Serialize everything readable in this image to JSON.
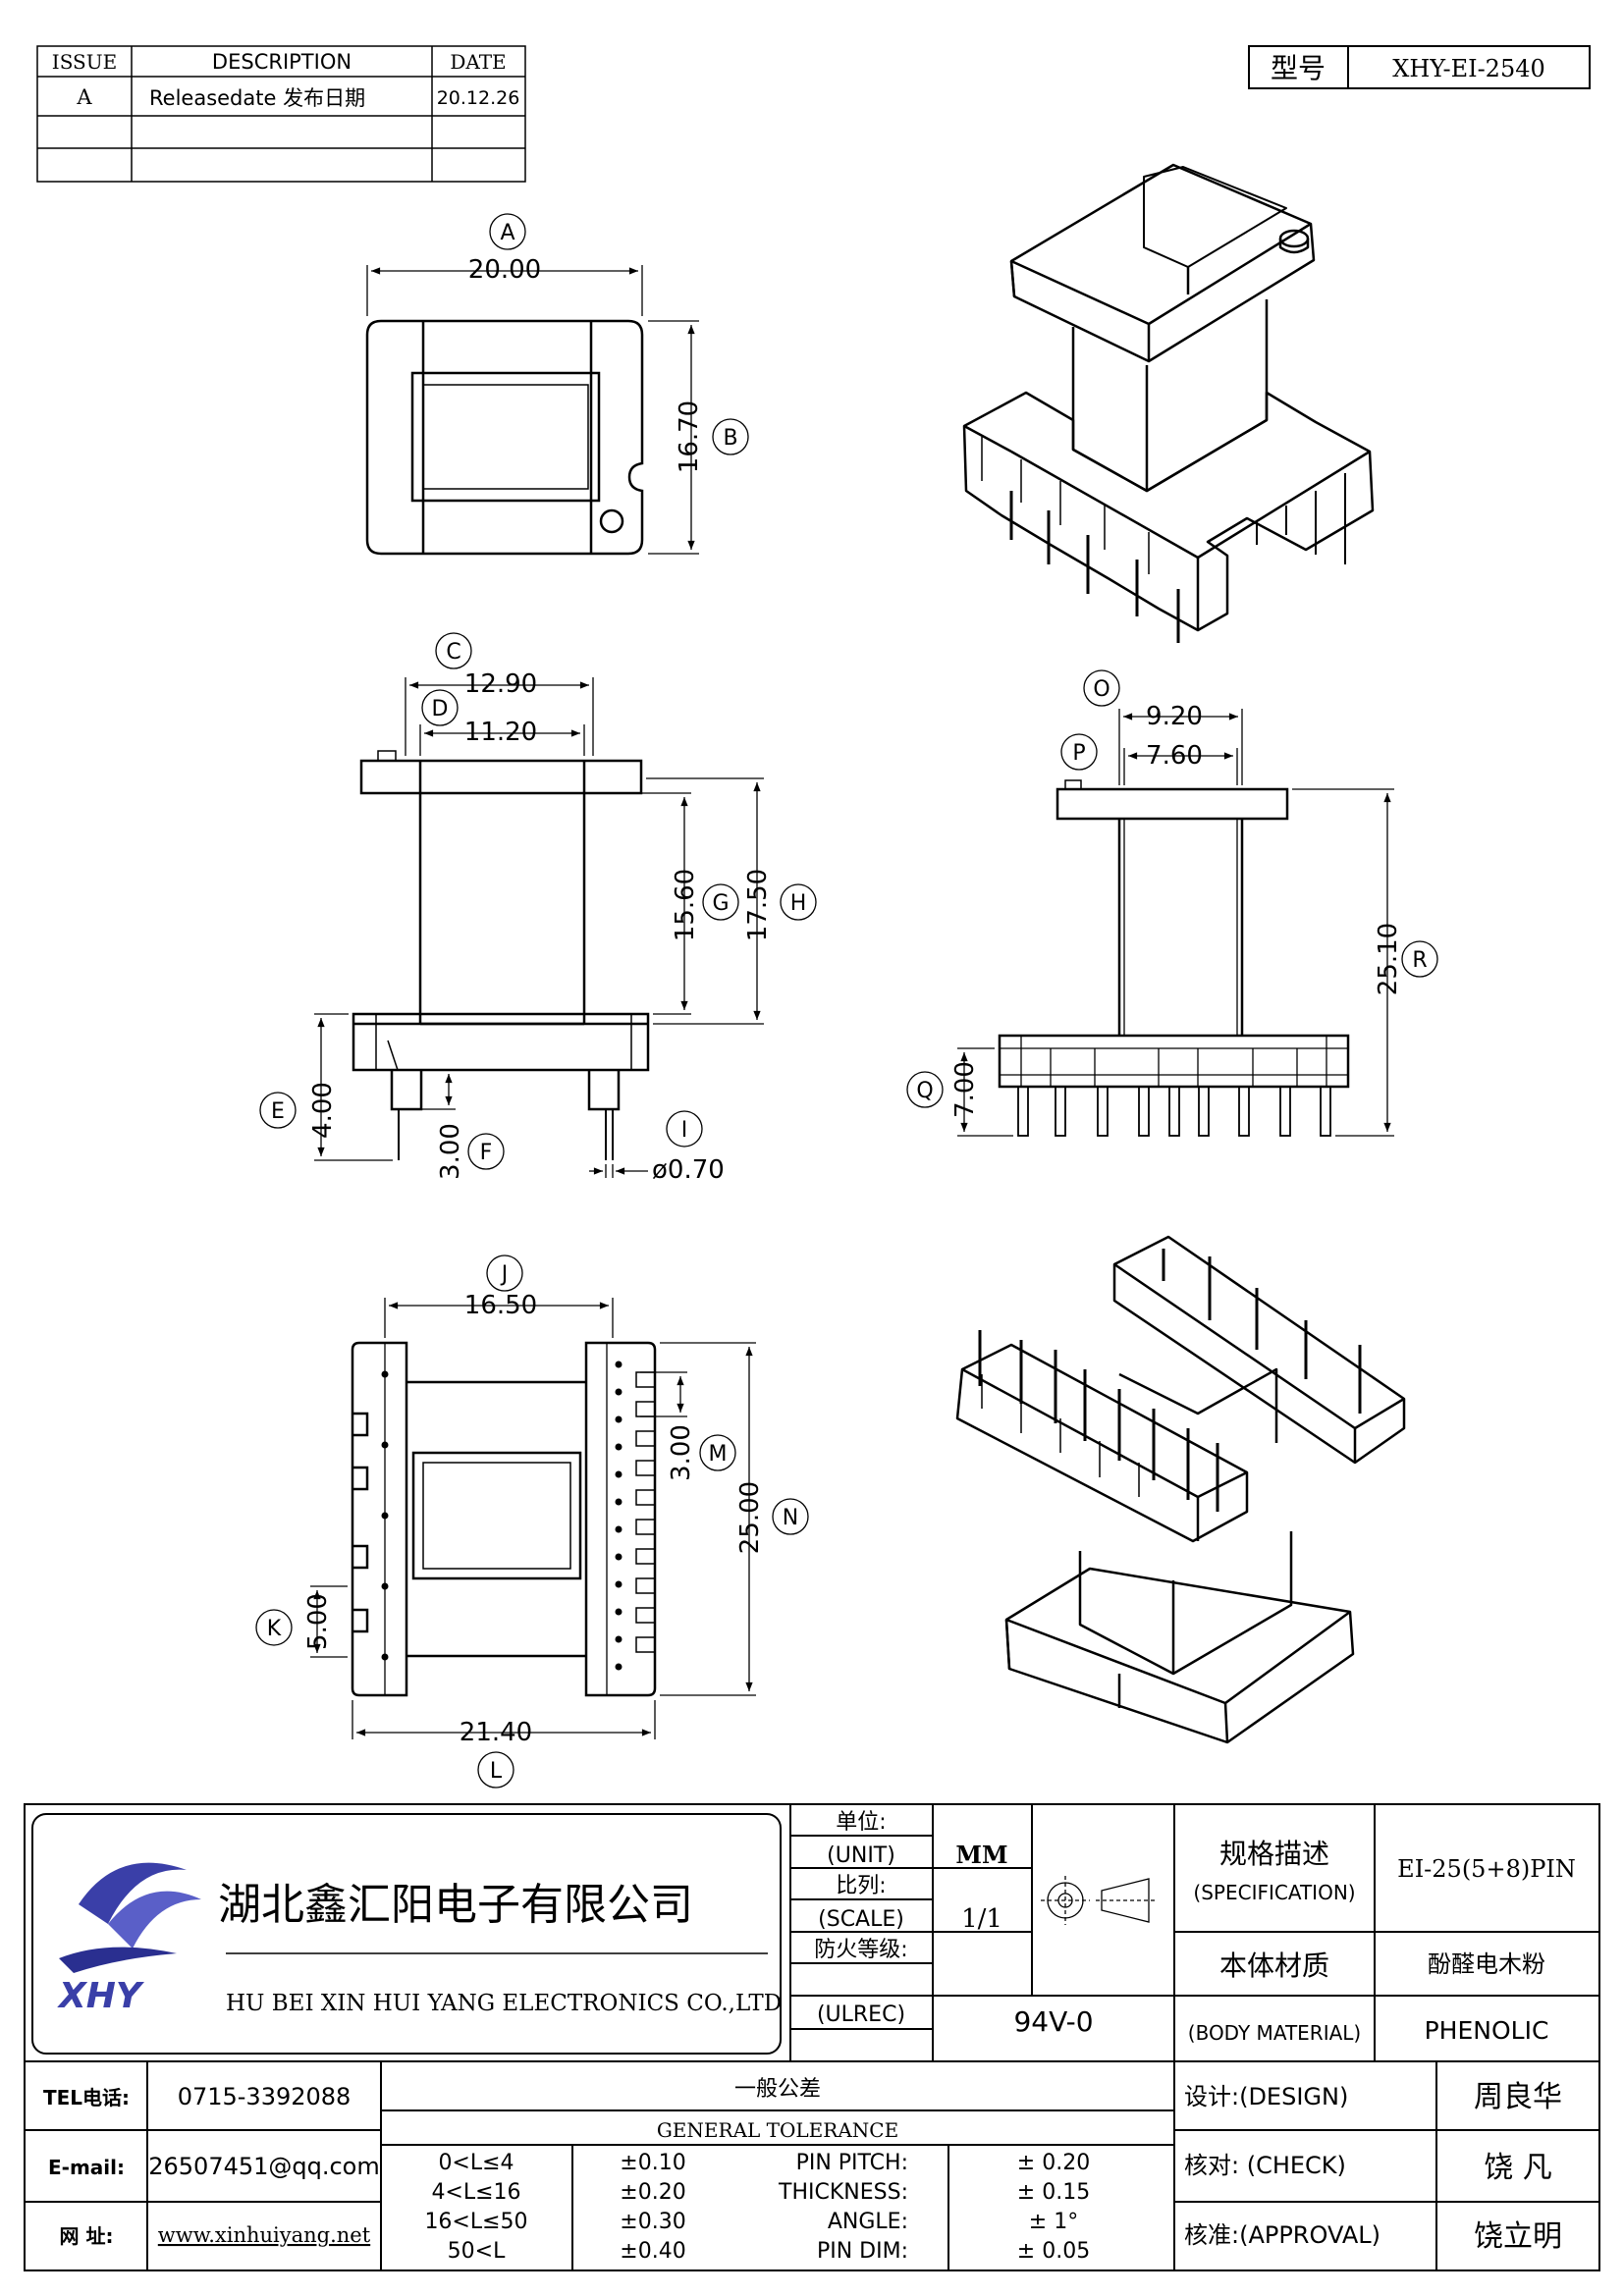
{
  "revision_table": {
    "headers": [
      "ISSUE",
      "DESCRIPTION",
      "DATE"
    ],
    "rows": [
      {
        "issue": "A",
        "description": "Releasedate 发布日期",
        "date": "20.12.26"
      },
      {
        "issue": "",
        "description": "",
        "date": ""
      },
      {
        "issue": "",
        "description": "",
        "date": ""
      }
    ]
  },
  "model_box": {
    "label": "型号",
    "value": "XHY-EI-2540"
  },
  "dimensions": {
    "A": {
      "letter": "A",
      "value": "20.00"
    },
    "B": {
      "letter": "B",
      "value": "16.70"
    },
    "C": {
      "letter": "C",
      "value": "12.90"
    },
    "D": {
      "letter": "D",
      "value": "11.20"
    },
    "G": {
      "letter": "G",
      "value": "15.60"
    },
    "H": {
      "letter": "H",
      "value": "17.50"
    },
    "E": {
      "letter": "E",
      "value": "4.00"
    },
    "F": {
      "letter": "F",
      "value": "3.00"
    },
    "I": {
      "letter": "I",
      "value": "ø0.70"
    },
    "O": {
      "letter": "O",
      "value": "9.20"
    },
    "P": {
      "letter": "P",
      "value": "7.60"
    },
    "R": {
      "letter": "R",
      "value": "25.10"
    },
    "Q": {
      "letter": "Q",
      "value": "7.00"
    },
    "J": {
      "letter": "J",
      "value": "16.50"
    },
    "M": {
      "letter": "M",
      "value": "3.00"
    },
    "N": {
      "letter": "N",
      "value": "25.00"
    },
    "K": {
      "letter": "K",
      "value": "5.00"
    },
    "L": {
      "letter": "L",
      "value": "21.40"
    }
  },
  "title_block": {
    "company_cn": "湖北鑫汇阳电子有限公司",
    "company_en": "HU BEI XIN HUI YANG ELECTRONICS CO.,LTD",
    "logo_text": "XHY",
    "unit_cn": "单位:",
    "unit_en": "(UNIT)",
    "unit_value": "MM",
    "scale_cn": "比列:",
    "scale_en": "(SCALE)",
    "scale_value": "1/1",
    "flame_cn": "防火等级:",
    "flame_en": "(ULREC)",
    "flame_value": "94V-0",
    "spec_cn": "规格描述",
    "spec_en": "(SPECIFICATION)",
    "spec_value": "EI-25(5+8)PIN",
    "material_cn": "本体材质",
    "material_en": "(BODY MATERIAL)",
    "material_value_cn": "酚醛电木粉",
    "material_value_en": "PHENOLIC"
  },
  "contact": {
    "tel_label": "TEL电话:",
    "tel": "0715-3392088",
    "email_label": "E-mail:",
    "email": "26507451@qq.com",
    "web_label": "网  址:",
    "web": "www.xinhuiyang.net"
  },
  "tolerance": {
    "title_cn": "一般公差",
    "title_en": "GENERAL TOLERANCE",
    "ranges": [
      {
        "range": "0<L≤4",
        "tol": "±0.10"
      },
      {
        "range": "4<L≤16",
        "tol": "±0.20"
      },
      {
        "range": "16<L≤50",
        "tol": "±0.30"
      },
      {
        "range": "50<L",
        "tol": "±0.40"
      }
    ],
    "items": [
      {
        "name": "PIN PITCH:",
        "tol": "± 0.20"
      },
      {
        "name": "THICKNESS:",
        "tol": "± 0.15"
      },
      {
        "name": "ANGLE:",
        "tol": "± 1°"
      },
      {
        "name": "PIN DIM:",
        "tol": "± 0.05"
      }
    ]
  },
  "approvals": {
    "design_label": "设计:(DESIGN)",
    "design_name": "周良华",
    "check_label": "核对: (CHECK)",
    "check_name": "饶  凡",
    "approval_label": "核准:(APPROVAL)",
    "approval_name": "饶立明"
  }
}
